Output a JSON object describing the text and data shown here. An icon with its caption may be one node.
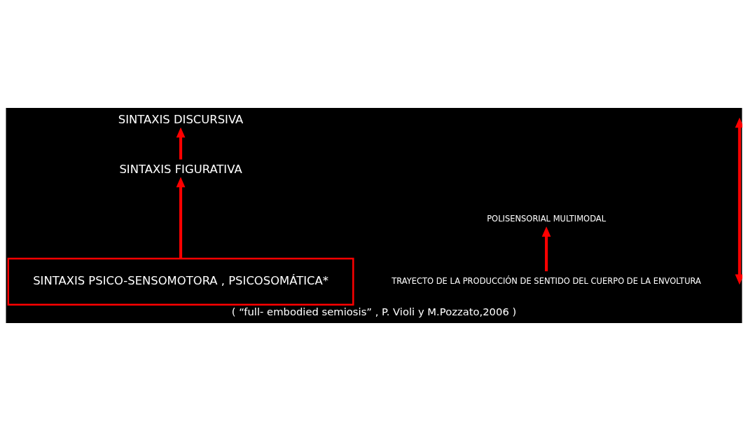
{
  "diagram": {
    "caption": "( “full- embodied semiosis” , P. Violi y M.Pozzato,2006 )",
    "nodes": [
      {
        "text": [
          "SINTAXIS DISCURSIVA"
        ]
      },
      {
        "text": [
          "SINTAXIS FIGURATIVA"
        ]
      },
      {
        "text": [
          "SINTAXIS PSICO-SENSOMOTORA , PSICOSOMÁTICA*"
        ]
      },
      {
        "text": [
          "TRAYECTO DE LA PRODUCCIÓN DE SENTIDO DEL CUERPO DE LA ENVOLTURA"
        ]
      },
      {
        "text": [
          "POLISENSORIAL MULTIMODAL"
        ]
      }
    ],
    "edges": [
      {
        "from": 1,
        "to": 0,
        "arrow": "to"
      },
      {
        "from": 2,
        "to": 1,
        "arrow": "to"
      },
      {
        "from": 3,
        "to": 4,
        "arrow": "to"
      }
    ]
  }
}
